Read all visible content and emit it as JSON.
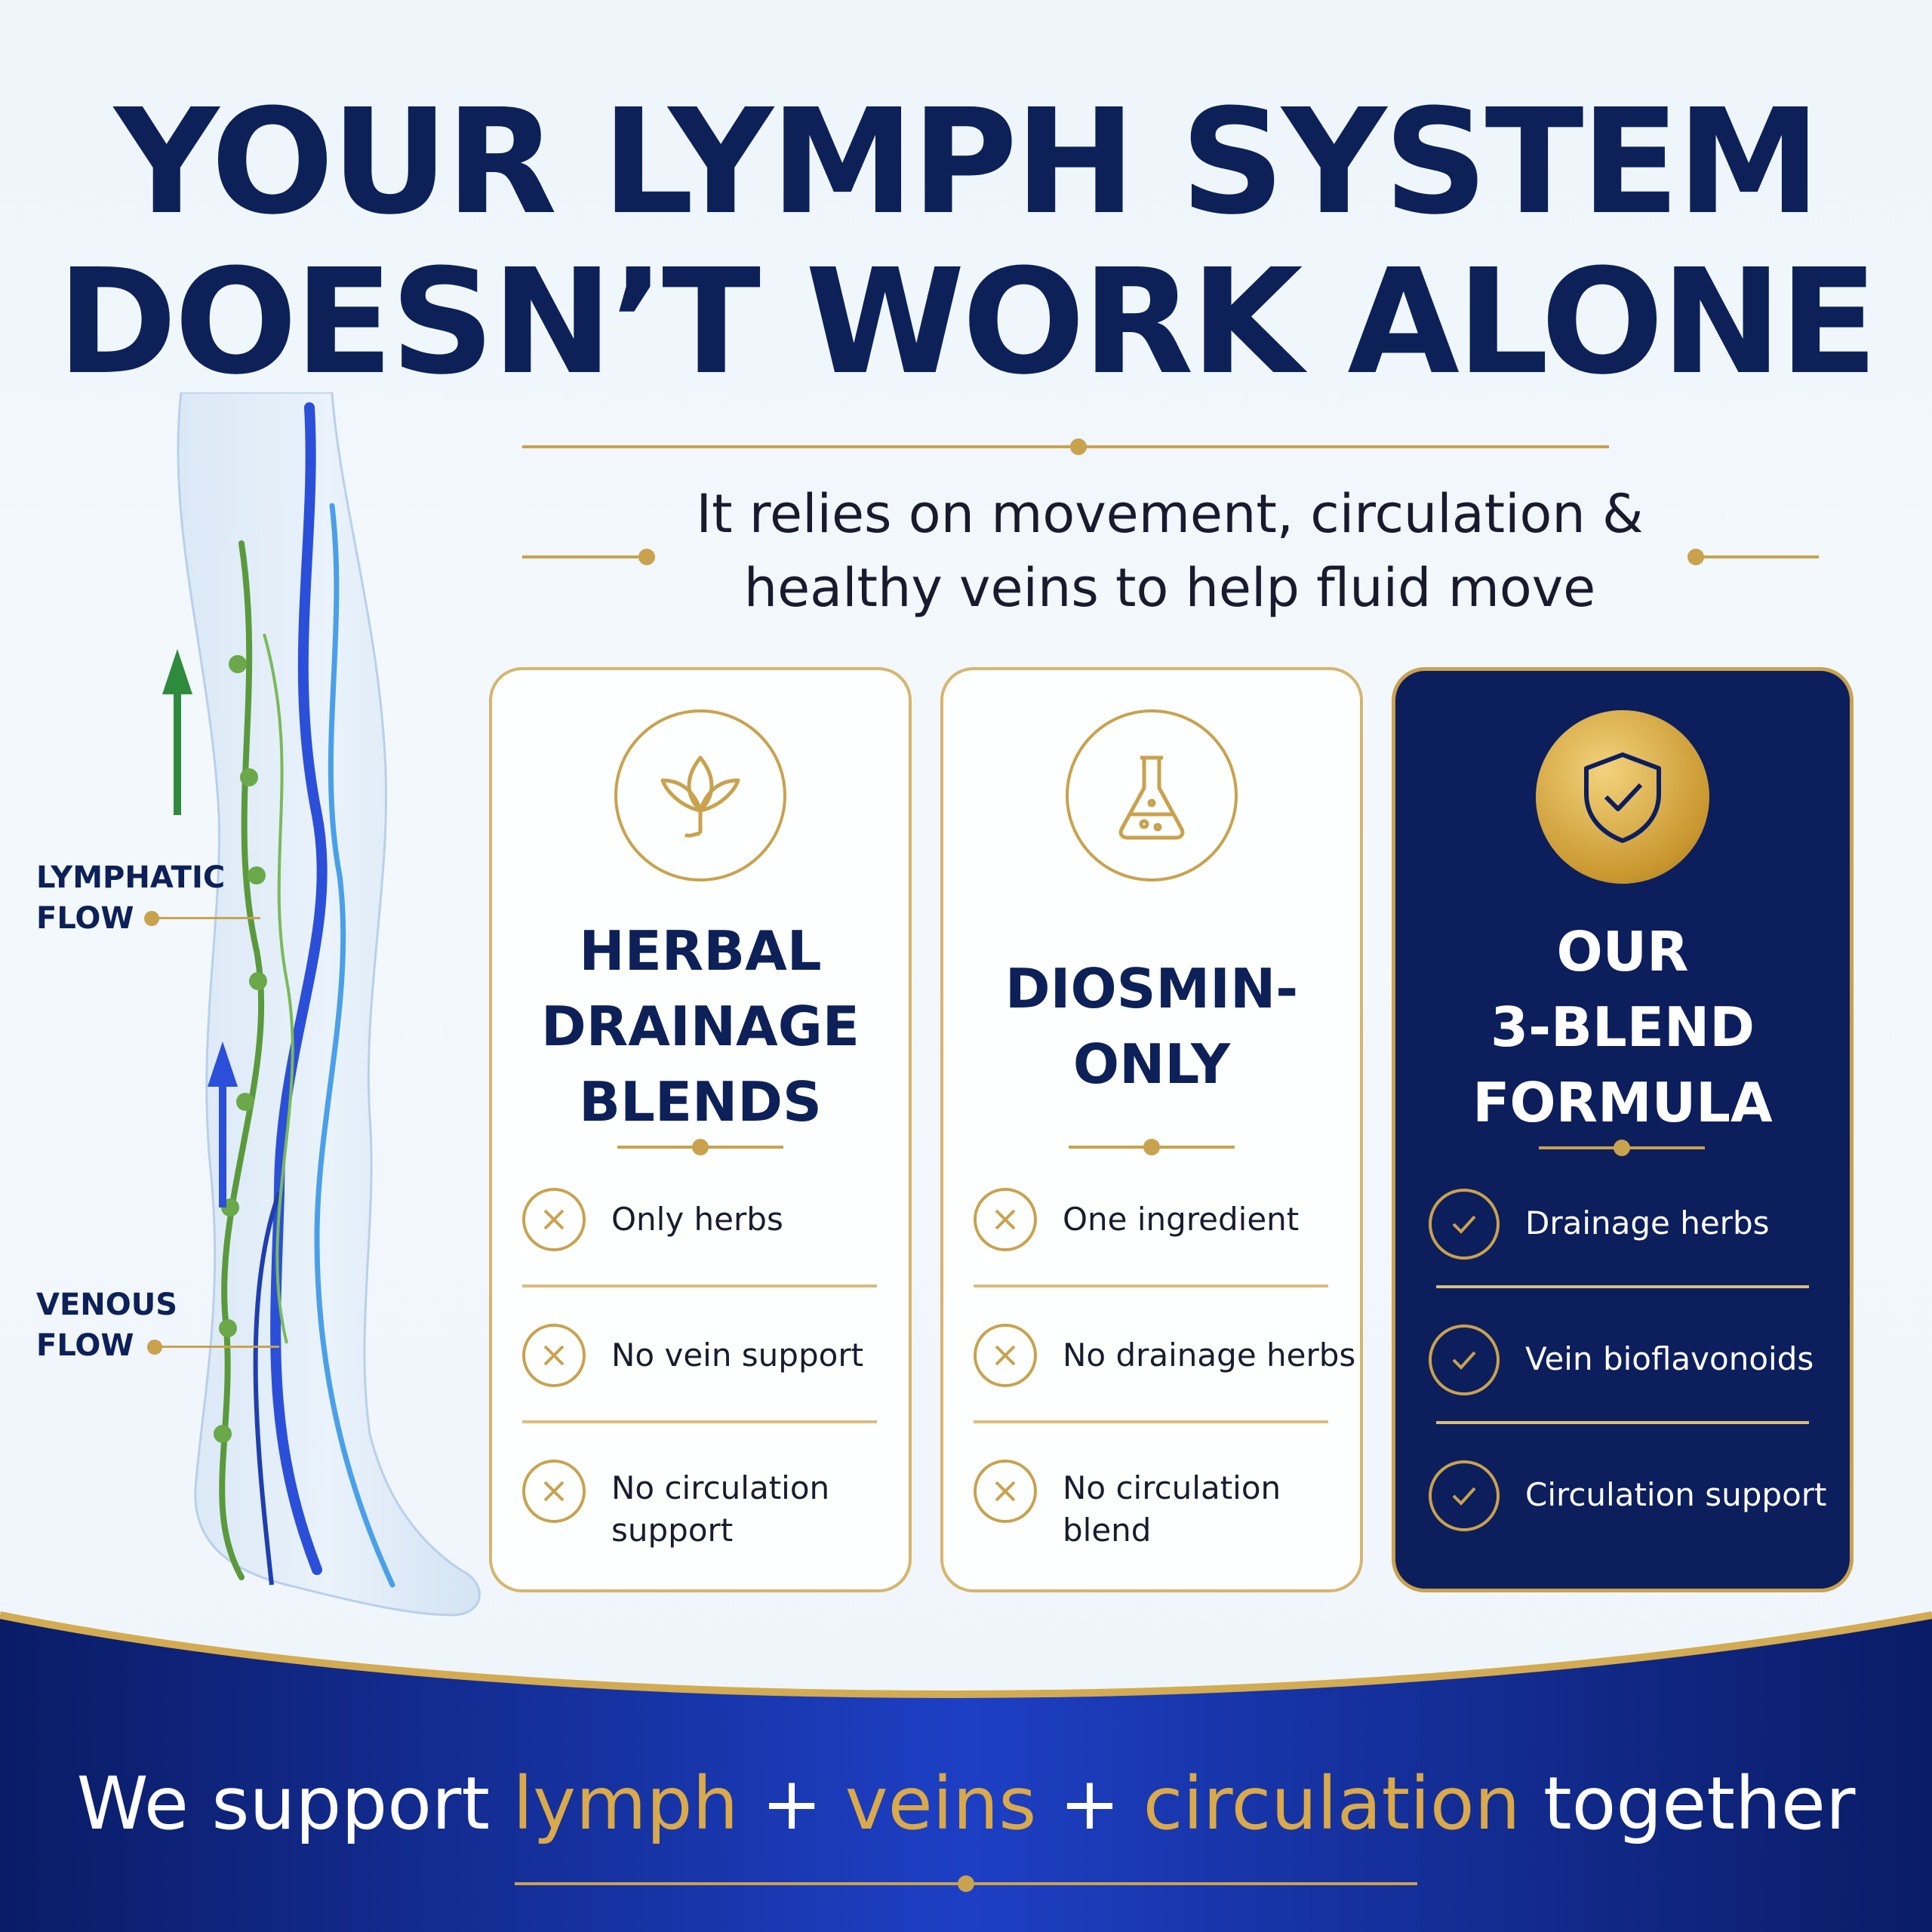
{
  "headline": {
    "line1": "YOUR LYMPH SYSTEM",
    "line2": "DOESN’T WORK ALONE"
  },
  "subtitle": {
    "line1": "It relies on movement, circulation &",
    "line2": "healthy veins to help fluid move"
  },
  "diagram": {
    "lymphatic_label_1": "LYMPHATIC",
    "lymphatic_label_2": "FLOW",
    "venous_label_1": "VENOUS",
    "venous_label_2": "FLOW"
  },
  "cards": [
    {
      "icon": "leaf-icon",
      "title_lines": [
        "HERBAL",
        "DRAINAGE",
        "BLENDS"
      ],
      "items": [
        {
          "mark": "x",
          "lines": [
            "Only herbs"
          ]
        },
        {
          "mark": "x",
          "lines": [
            "No vein support"
          ]
        },
        {
          "mark": "x",
          "lines": [
            "No circulation",
            "support"
          ]
        }
      ]
    },
    {
      "icon": "flask-icon",
      "title_lines": [
        "DIOSMIN-",
        "ONLY"
      ],
      "items": [
        {
          "mark": "x",
          "lines": [
            "One ingredient"
          ]
        },
        {
          "mark": "x",
          "lines": [
            "No drainage herbs"
          ]
        },
        {
          "mark": "x",
          "lines": [
            "No circulation",
            "blend"
          ]
        }
      ]
    },
    {
      "icon": "shield-check-icon",
      "title_lines": [
        "OUR",
        "3-BLEND",
        "FORMULA"
      ],
      "items": [
        {
          "mark": "check",
          "lines": [
            "Drainage herbs"
          ]
        },
        {
          "mark": "check",
          "lines": [
            "Vein bioflavonoids"
          ]
        },
        {
          "mark": "check",
          "lines": [
            "Circulation support"
          ]
        }
      ]
    }
  ],
  "footer": {
    "part1": "We support ",
    "hl1": "lymph",
    "part2": " + ",
    "hl2": "veins",
    "part3": " + ",
    "hl3": "circulation",
    "part4": " together"
  },
  "colors": {
    "navy": "#0d2158",
    "gold": "#c9a24e",
    "dark_card": "#0c1e5c",
    "lymph_green": "#5a9a3c",
    "vein_blue": "#2b4fd8"
  }
}
